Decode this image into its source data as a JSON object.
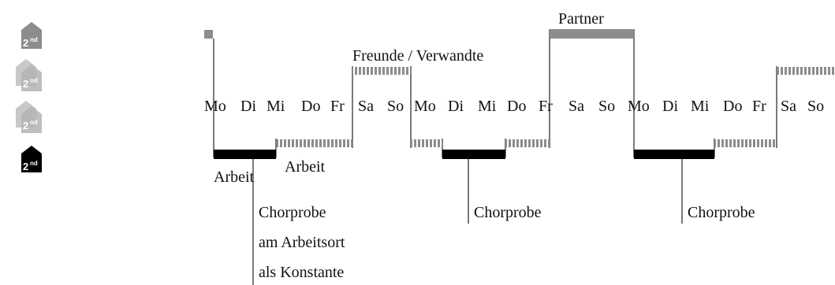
{
  "sidebar": {
    "icons": [
      {
        "name": "second-home-icon-1",
        "text": "2",
        "sup": "nd",
        "color": "#8c8c8c"
      },
      {
        "name": "second-home-icon-2",
        "text": "2",
        "sup": "nd",
        "color": "#c8c8c8"
      },
      {
        "name": "second-home-icon-3",
        "text": "2",
        "sup": "nd",
        "color": "#c8c8c8"
      },
      {
        "name": "second-home-icon-4",
        "text": "2",
        "sup": "nd",
        "color": "#000000"
      }
    ]
  },
  "diagram": {
    "weeks": [
      [
        "Mo",
        "Di",
        "Mi",
        "Do",
        "Fr",
        "Sa",
        "So"
      ],
      [
        "Mo",
        "Di",
        "Mi",
        "Do",
        "Fr",
        "Sa",
        "So"
      ],
      [
        "Mo",
        "Di",
        "Mi",
        "Do",
        "Fr",
        "Sa",
        "So"
      ]
    ],
    "labels": {
      "partner": "Partner",
      "freunde": "Freunde / Verwandte",
      "arbeit_top": "Arbeit",
      "arbeit_bottom": "Arbeit",
      "chorprobe_1": "Chorprobe",
      "am_arbeitsort": "am Arbeitsort",
      "als_konstante": "als Konstante",
      "chorprobe_2": "Chorprobe",
      "chorprobe_3": "Chorprobe"
    },
    "colors": {
      "work": "#000000",
      "partner": "#8c8c8c",
      "hatched": "#8c8c8c",
      "line": "#222222"
    }
  }
}
